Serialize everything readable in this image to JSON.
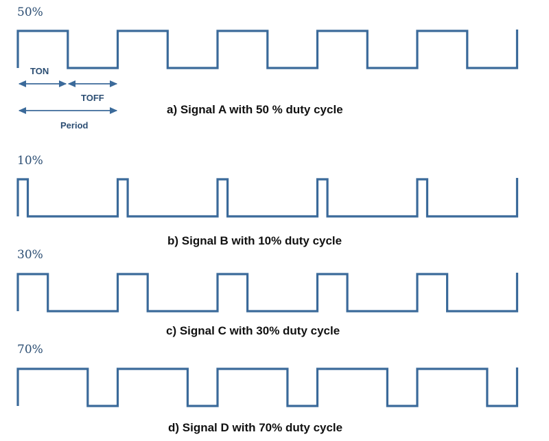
{
  "colors": {
    "wave": "#3b6a9a",
    "label": "#2b4d72",
    "caption": "#111111"
  },
  "signals": [
    {
      "id": "a",
      "duty_label": "50%",
      "duty": 0.5,
      "caption": "a) Signal A with 50 % duty cycle"
    },
    {
      "id": "b",
      "duty_label": "10%",
      "duty": 0.1,
      "caption": "b) Signal B with 10% duty cycle"
    },
    {
      "id": "c",
      "duty_label": "30%",
      "duty": 0.3,
      "caption": "c) Signal C with 30% duty cycle"
    },
    {
      "id": "d",
      "duty_label": "70%",
      "duty": 0.7,
      "caption": "d) Signal D with 70% duty cycle"
    }
  ],
  "cycles": 5,
  "annotations": {
    "ton": "TON",
    "toff": "TOFF",
    "period": "Period"
  }
}
